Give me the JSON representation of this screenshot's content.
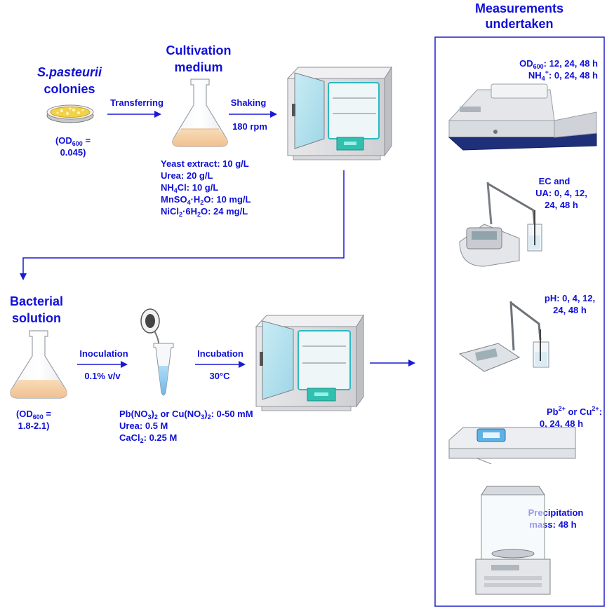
{
  "title": {
    "line1": "Measurements",
    "line2": "undertaken"
  },
  "colonies": {
    "name": "S.pasteurii",
    "word": "colonies",
    "od_open": "(OD",
    "od_sub": "600",
    "od_eq": " =",
    "od_value": "0.045)"
  },
  "transferring_label": "Transferring",
  "cultivation": {
    "line1": "Cultivation",
    "line2": "medium",
    "recipe": {
      "yeast": "Yeast extract: 10 g/L",
      "urea": "Urea: 20 g/L",
      "nh4cl_a": "NH",
      "nh4cl_sub": "4",
      "nh4cl_b": "Cl: 10 g/L",
      "mnso4_a": "MnSO",
      "mnso4_sub1": "4",
      "mnso4_b": "·H",
      "mnso4_sub2": "2",
      "mnso4_c": "O: 10 mg/L",
      "nicl_a": "NiCl",
      "nicl_sub1": "2",
      "nicl_b": "·6H",
      "nicl_sub2": "2",
      "nicl_c": "O: 24 mg/L"
    }
  },
  "shaking": {
    "label": "Shaking",
    "rpm": "180 rpm"
  },
  "bacterial": {
    "line1": "Bacterial",
    "line2": "solution",
    "od_open": "(OD",
    "od_sub": "600",
    "od_eq": " =",
    "od_value": "1.8-2.1)"
  },
  "inoculation": {
    "label": "Inoculation",
    "amount": "0.1% v/v"
  },
  "incubation": {
    "label": "Incubation",
    "temp": "30°C"
  },
  "reaction": {
    "pb_a": "Pb(NO",
    "pb_sub1": "3",
    "pb_b": ")",
    "pb_sub2": "2",
    "pb_c": " or Cu(NO",
    "pb_sub3": "3",
    "pb_d": ")",
    "pb_sub4": "2",
    "pb_e": ": 0-50 mM",
    "urea": "Urea: 0.5 M",
    "cacl_a": "CaCl",
    "cacl_sub": "2",
    "cacl_b": ": 0.25 M"
  },
  "measurements": {
    "od_a": "OD",
    "od_sub": "600",
    "od_b": ": 12, 24, 48 h",
    "nh4_a": "NH",
    "nh4_sub": "4",
    "nh4_sup": "+",
    "nh4_b": ": 0, 24, 48 h",
    "ec_line1": "EC and",
    "ec_line2": "UA: 0, 4, 12,",
    "ec_line3": "24, 48 h",
    "ph_line1": "pH: 0, 4, 12,",
    "ph_line2": "24, 48 h",
    "metal_a": "Pb",
    "metal_sup1": "2+",
    "metal_b": " or Cu",
    "metal_sup2": "2+",
    "metal_c": ":",
    "metal_line2": "0, 24, 48 h",
    "precip_line1": "Precipitation",
    "precip_line2": "mass: 48 h"
  },
  "colors": {
    "text": "#1010d8",
    "arrow": "#1a1ad6",
    "broth_light": "#f6d2aa",
    "broth_dark": "#f0c090",
    "liquid_blue": "#8ec8f0",
    "teal": "#30c0b0",
    "yellow": "#f2d24a"
  }
}
